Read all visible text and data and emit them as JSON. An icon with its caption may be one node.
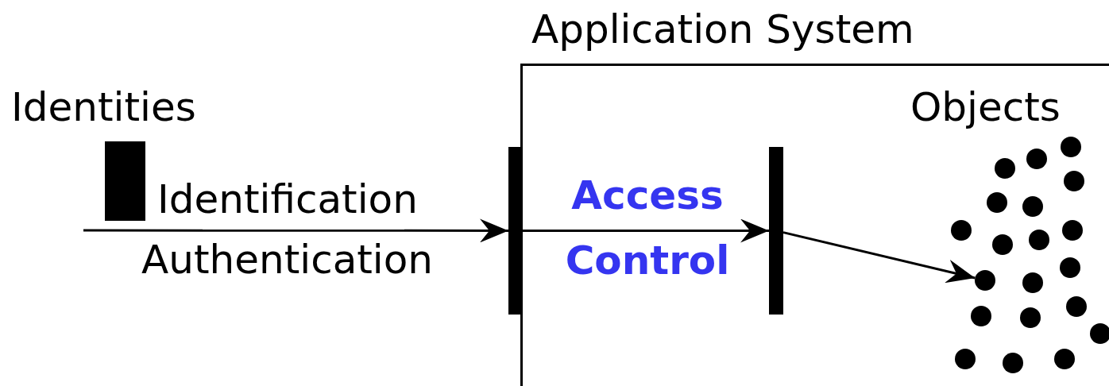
{
  "diagram": {
    "nodes": [
      {
        "text": [
          "Application System"
        ]
      },
      {
        "text": [
          "Identities"
        ]
      },
      {
        "text": [],
        "shape": "bar"
      },
      {
        "text": [],
        "shape": "bar",
        "in": 0
      },
      {
        "text": [
          "Objects"
        ],
        "in": 0
      },
      {
        "text": [],
        "shape": "circle",
        "in": 0
      },
      {
        "text": [],
        "shape": "circle",
        "in": 0
      },
      {
        "text": [],
        "shape": "circle",
        "in": 0
      },
      {
        "text": [],
        "shape": "circle",
        "in": 0
      },
      {
        "text": [],
        "shape": "circle",
        "in": 0
      },
      {
        "text": [],
        "shape": "circle",
        "in": 0
      },
      {
        "text": [],
        "shape": "circle",
        "in": 0
      },
      {
        "text": [],
        "shape": "circle",
        "in": 0
      },
      {
        "text": [],
        "shape": "circle",
        "in": 0
      },
      {
        "text": [],
        "shape": "circle",
        "in": 0
      },
      {
        "text": [],
        "shape": "circle",
        "in": 0
      },
      {
        "text": [],
        "shape": "circle",
        "in": 0
      },
      {
        "text": [],
        "shape": "circle",
        "in": 0
      },
      {
        "text": [],
        "shape": "circle",
        "in": 0
      },
      {
        "text": [],
        "shape": "circle",
        "in": 0
      },
      {
        "text": [],
        "shape": "circle",
        "in": 0
      },
      {
        "text": [],
        "shape": "circle",
        "in": 0
      },
      {
        "text": [],
        "shape": "circle",
        "in": 0
      },
      {
        "text": [],
        "shape": "circle",
        "in": 0
      },
      {
        "text": [],
        "shape": "circle",
        "in": 0
      }
    ],
    "edges": [
      {
        "from": null,
        "to": 2,
        "arrow": "to"
      },
      {
        "from": 2,
        "to": 3,
        "arrow": "to",
        "label": "Access Control"
      },
      {
        "from": 3,
        "to": 16,
        "arrow": "to"
      }
    ],
    "labels": [
      "Identification",
      "Authentication"
    ]
  }
}
